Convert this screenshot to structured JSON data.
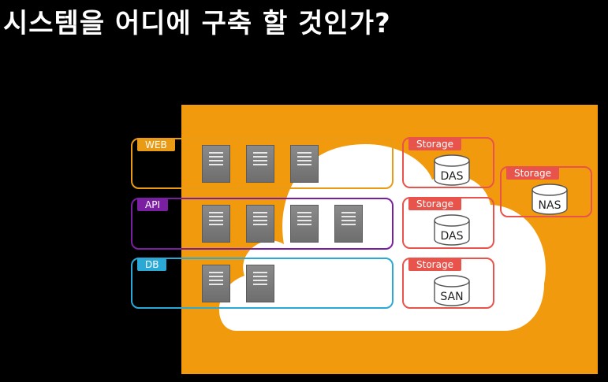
{
  "title": "시스템을 어디에 구축 할 것인가?",
  "tiers": {
    "web": {
      "label": "WEB",
      "color": "#E99B16"
    },
    "api": {
      "label": "API",
      "color": "#7B1FA2"
    },
    "db": {
      "label": "DB",
      "color": "#2AA9D6"
    }
  },
  "storage": {
    "label": "Storage",
    "color": "#E8544B",
    "web_type": "DAS",
    "api_type": "DAS",
    "db_type": "SAN",
    "external_type": "NAS"
  },
  "colors": {
    "background": "#000000",
    "panel": "#F29A0E",
    "cloud": "#FFFFFF"
  }
}
